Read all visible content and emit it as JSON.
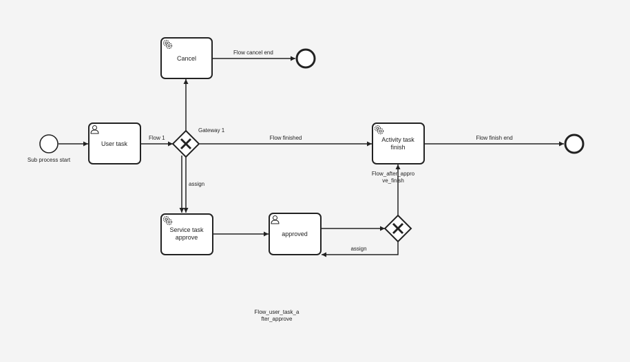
{
  "diagram": {
    "events": {
      "start": {
        "label": "Sub process start"
      }
    },
    "tasks": {
      "user_task": {
        "label_lines": [
          "User task"
        ],
        "icon": "user-icon"
      },
      "cancel": {
        "label_lines": [
          "Cancel"
        ],
        "icon": "gear-icon"
      },
      "service_task": {
        "label_lines": [
          "Service task",
          "approve"
        ],
        "icon": "gear-icon"
      },
      "approved": {
        "label_lines": [
          "approved"
        ],
        "icon": "user-icon"
      },
      "activity": {
        "label_lines": [
          "Activity task",
          "finish"
        ],
        "icon": "gear-icon"
      }
    },
    "gateways": {
      "gateway1": {
        "label": "Gateway 1",
        "icon": "exclusive-x-icon"
      },
      "gateway2": {
        "label": "",
        "icon": "exclusive-x-icon"
      }
    },
    "flows": {
      "flow1": {
        "label": "Flow 1"
      },
      "cancel_end": {
        "label": "Flow cancel end"
      },
      "finished": {
        "label": "Flow finished"
      },
      "finish_end": {
        "label": "Flow finish end"
      },
      "assign_down": {
        "label": "assign"
      },
      "assign_back": {
        "label": "assign"
      },
      "after_approve_finish": {
        "label_lines": [
          "Flow_after_appro",
          "ve_finish"
        ]
      },
      "user_task_after_approve": {
        "label_lines": [
          "Flow_user_task_a",
          "fter_approve"
        ]
      }
    },
    "colors": {
      "stroke": "#222222",
      "fill": "#ffffff",
      "background": "#f4f4f4"
    }
  }
}
